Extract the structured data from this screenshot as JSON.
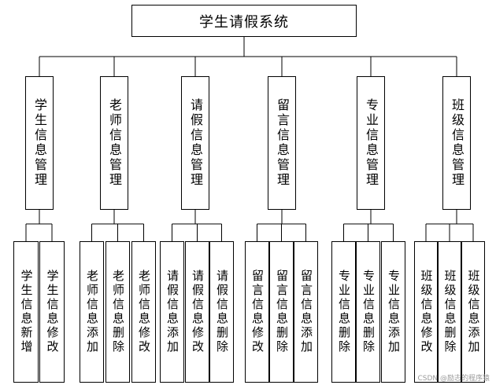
{
  "root": {
    "label": "学生请假系统"
  },
  "categories": [
    {
      "label": "学生信息管理",
      "children": [
        "学生信息新增",
        "学生信息修改"
      ]
    },
    {
      "label": "老师信息管理",
      "children": [
        "老师信息添加",
        "老师信息删除",
        "老师信息修改"
      ]
    },
    {
      "label": "请假信息管理",
      "children": [
        "请假信息添加",
        "请假信息修改",
        "请假信息删除"
      ]
    },
    {
      "label": "留言信息管理",
      "children": [
        "留言信息修改",
        "留言信息删除",
        "留言信息添加"
      ]
    },
    {
      "label": "专业信息管理",
      "children": [
        "专业信息删除",
        "专业信息删除",
        "专业信息添加"
      ]
    },
    {
      "label": "班级信息管理",
      "children": [
        "班级信息修改",
        "班级信息删除",
        "班级信息添加"
      ]
    }
  ],
  "watermark": "CSDN @励志的程序猿"
}
